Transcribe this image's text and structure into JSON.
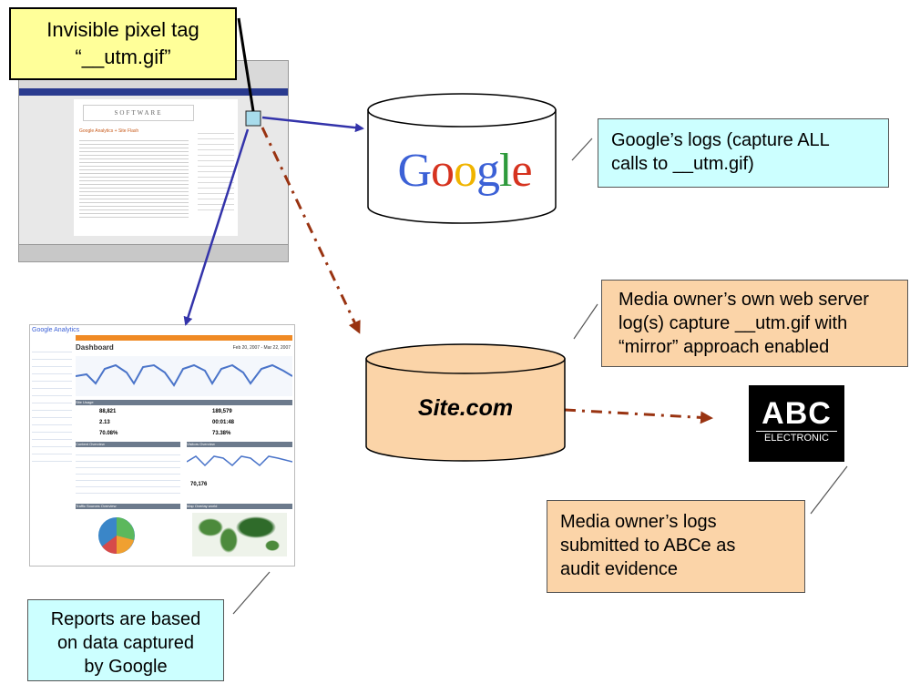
{
  "callouts": {
    "pixel_tag": [
      "Invisible pixel tag",
      "“__utm.gif”"
    ],
    "google_logs": [
      "Google’s logs (capture ALL",
      "calls to __utm.gif)"
    ],
    "media_owner_server": [
      "Media owner’s own web server",
      "log(s) capture __utm.gif with",
      "“mirror” approach enabled"
    ],
    "media_owner_logs": [
      "Media owner’s logs",
      "submitted to ABCe as",
      "audit evidence"
    ],
    "reports": [
      "Reports are based",
      "on data captured",
      "by Google"
    ]
  },
  "cylinders": {
    "google": {
      "logo_letters": [
        "G",
        "o",
        "o",
        "g",
        "l",
        "e"
      ],
      "logo_colors": [
        "#3c61d6",
        "#d6331f",
        "#f0b400",
        "#3c61d6",
        "#2e9a3c",
        "#d6331f"
      ],
      "fill": "#ffffff"
    },
    "site": {
      "label": "Site.com",
      "fill": "#fbd4a8"
    }
  },
  "abc_logo": {
    "main": "ABC",
    "sub": "ELECTRONIC"
  },
  "website_screenshot": {
    "header": "SOFTWARE",
    "title": "Google Analytics + Site Flash"
  },
  "analytics_report": {
    "logo": "Google Analytics",
    "title": "Dashboard",
    "date_range": "Feb 20, 2007 - Mar 22, 2007",
    "stats": [
      "88,821",
      "2.13",
      "70.08%",
      "189,579",
      "00:01:48",
      "73.38%"
    ],
    "content_total": "70,176",
    "panel_labels": [
      "Site Usage",
      "Content Overview",
      "Visitors Overview",
      "Traffic Sources Overview",
      "Map Overlay world"
    ]
  },
  "colors": {
    "arrow_blue": "#3333aa",
    "arrow_brown": "#993311",
    "abc_bg": "#000000"
  }
}
